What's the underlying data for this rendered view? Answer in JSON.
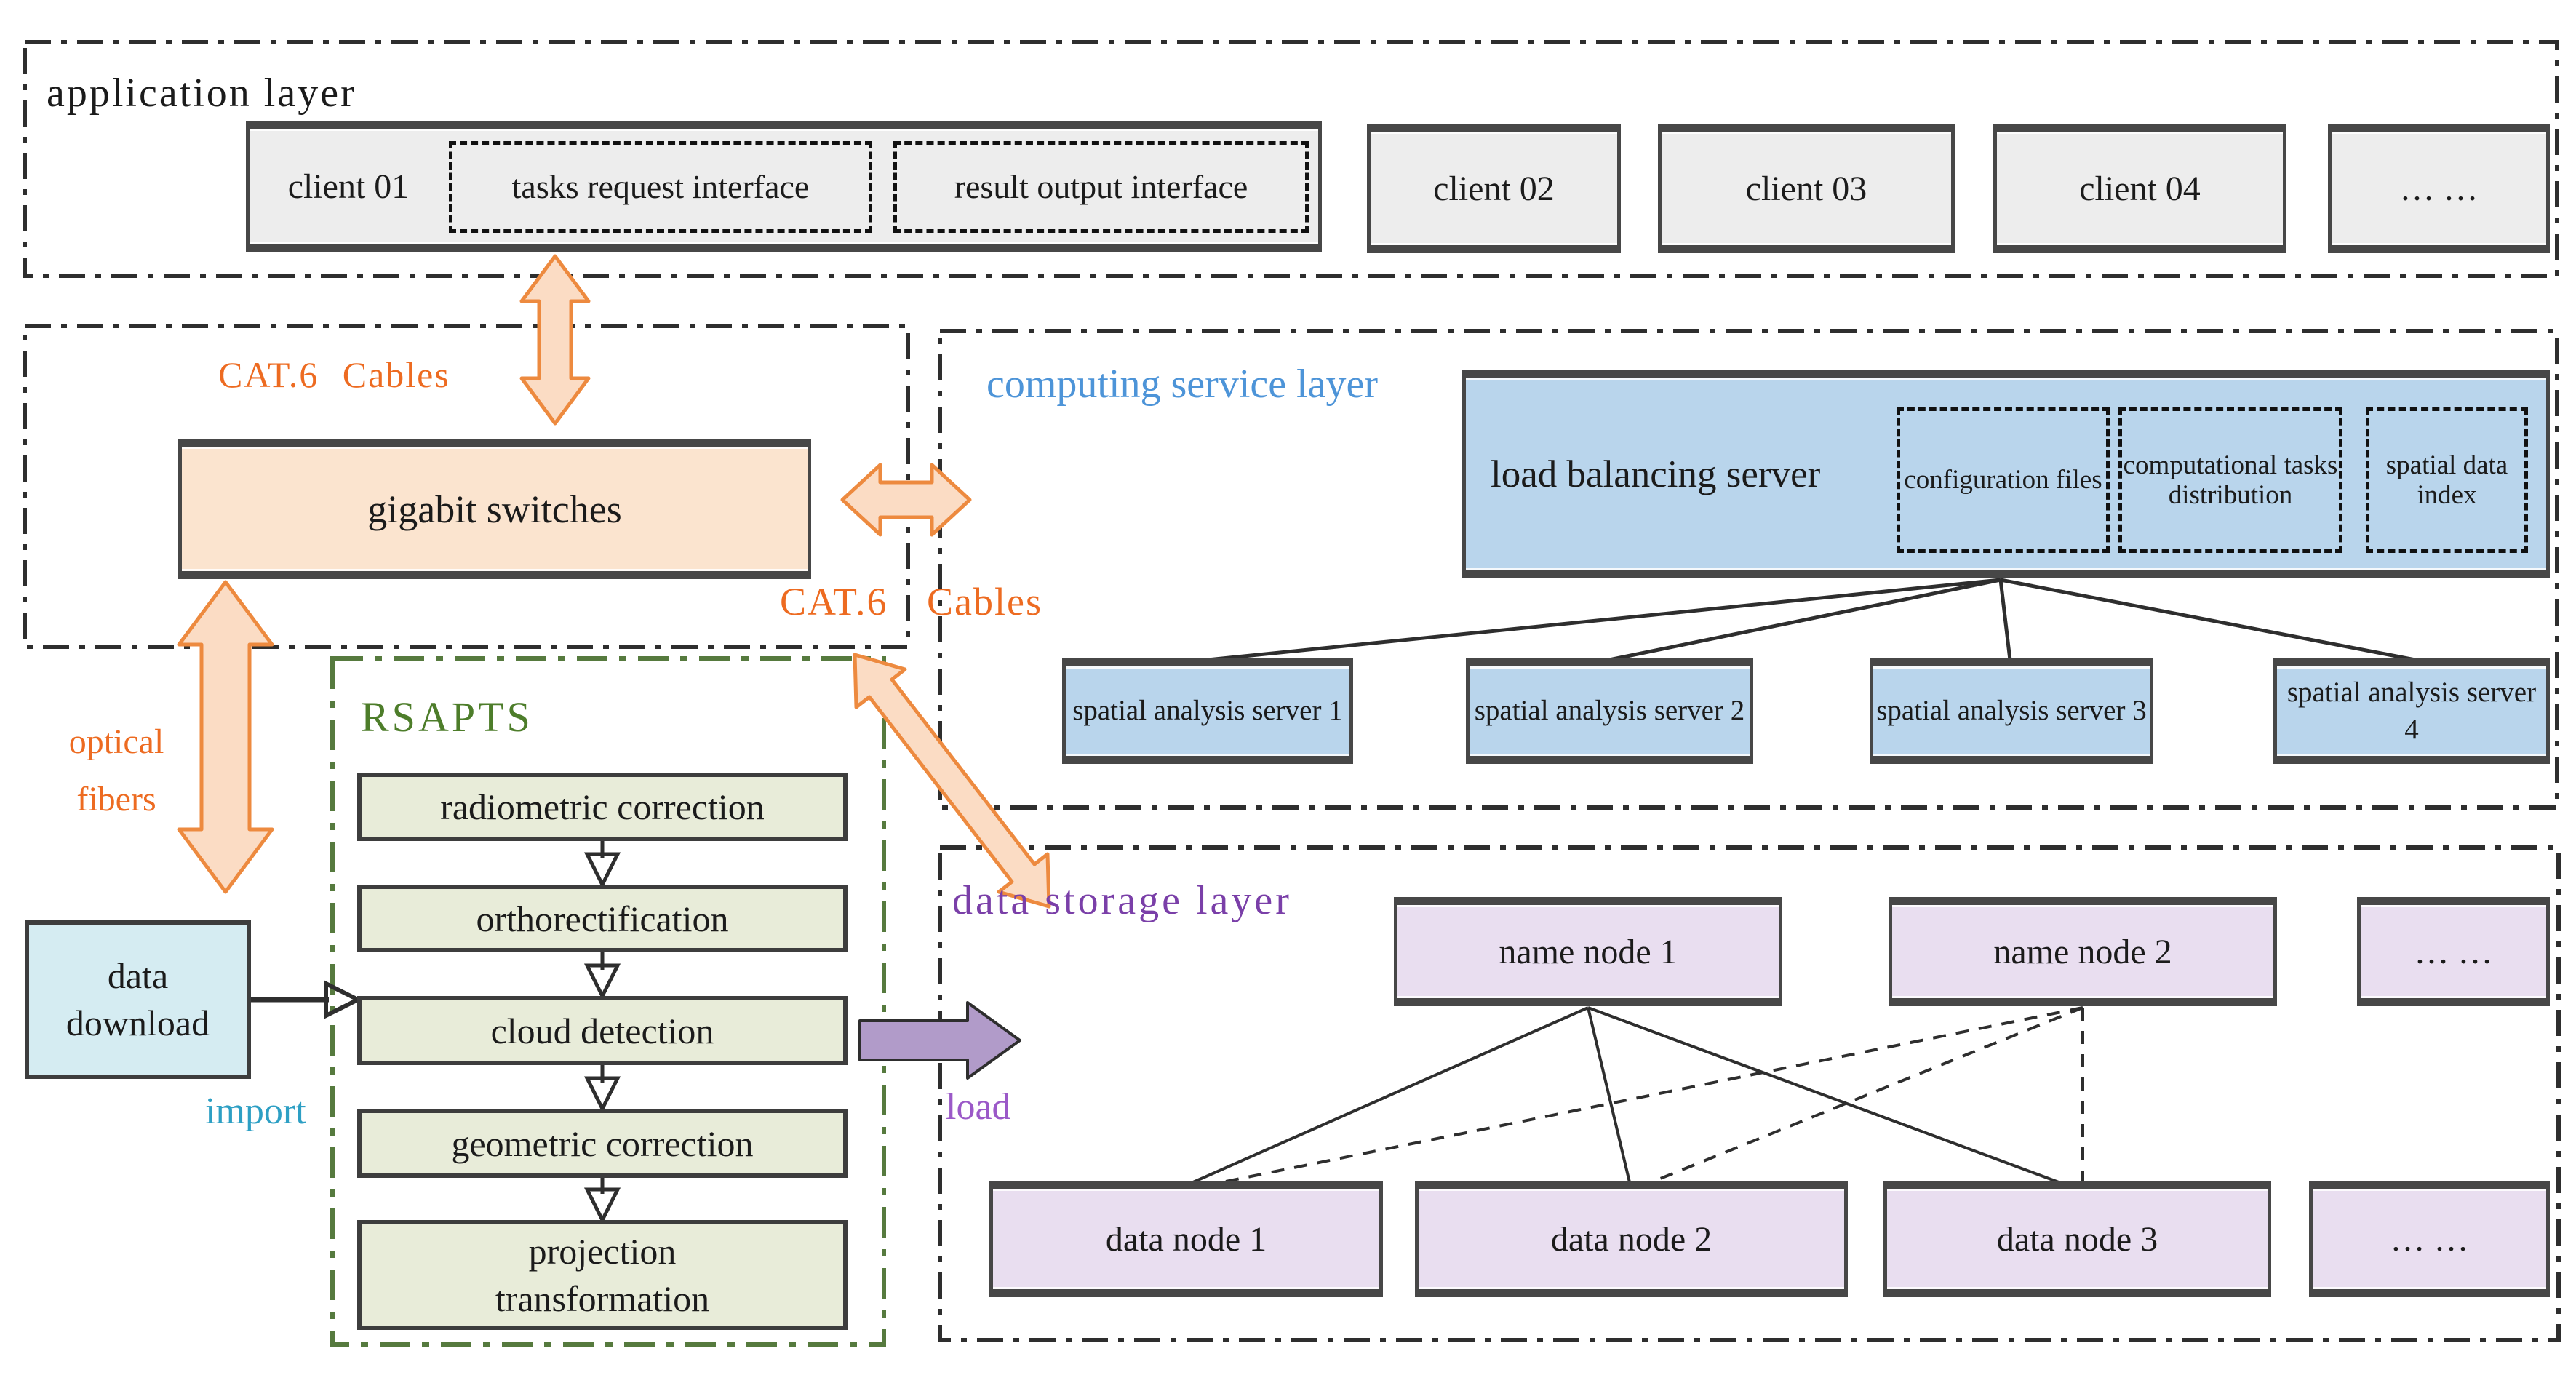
{
  "colors": {
    "layer_border": "#2e2e2e",
    "rsapts_border": "#567a3e",
    "orange_text": "#ed6b21",
    "orange_arrow_fill": "#fbdcc4",
    "orange_arrow_stroke": "#ed8a3f",
    "blue_title": "#4d94d8",
    "purple_title": "#7a3fa8",
    "green_title": "#4d7d2a",
    "teal_text": "#2d9fc4",
    "load_text": "#9b59c8",
    "client_fill": "#ededed",
    "switch_fill": "#fbe4cf",
    "server_fill": "#b9d5ec",
    "process_fill": "#e8ecd9",
    "download_fill": "#d5ecf2",
    "node_fill": "#e9def0",
    "load_arrow_fill": "#b19bc9"
  },
  "application_layer": {
    "title": "application layer",
    "client01_label": "client 01",
    "client01_interfaces": [
      "tasks request interface",
      "result output interface"
    ],
    "clients": [
      "client 02",
      "client 03",
      "client 04",
      "… …"
    ]
  },
  "network_layer": {
    "switch_label": "gigabit switches",
    "cat6_top_label": "CAT.6 Cables",
    "cat6_mid_label": "CAT.6 Cables",
    "optical_fibers_label": "optical fibers"
  },
  "computing_layer": {
    "title": "computing service layer",
    "load_balancer_label": "load balancing server",
    "load_balancer_modules": [
      "configuration files",
      "computational tasks distribution",
      "spatial data index"
    ],
    "servers": [
      "spatial analysis server 1",
      "spatial analysis server 2",
      "spatial analysis server 3",
      "spatial analysis server 4"
    ]
  },
  "rsapts": {
    "title": "RSAPTS",
    "steps": [
      "radiometric correction",
      "orthorectification",
      "cloud detection",
      "geometric correction",
      "projection transformation"
    ]
  },
  "pipeline_labels": {
    "data_download": "data download",
    "import": "import",
    "load": "load"
  },
  "storage_layer": {
    "title": "data storage layer",
    "name_nodes": [
      "name node 1",
      "name node 2",
      "… …"
    ],
    "data_nodes": [
      "data node 1",
      "data node 2",
      "data node 3",
      "… …"
    ]
  }
}
